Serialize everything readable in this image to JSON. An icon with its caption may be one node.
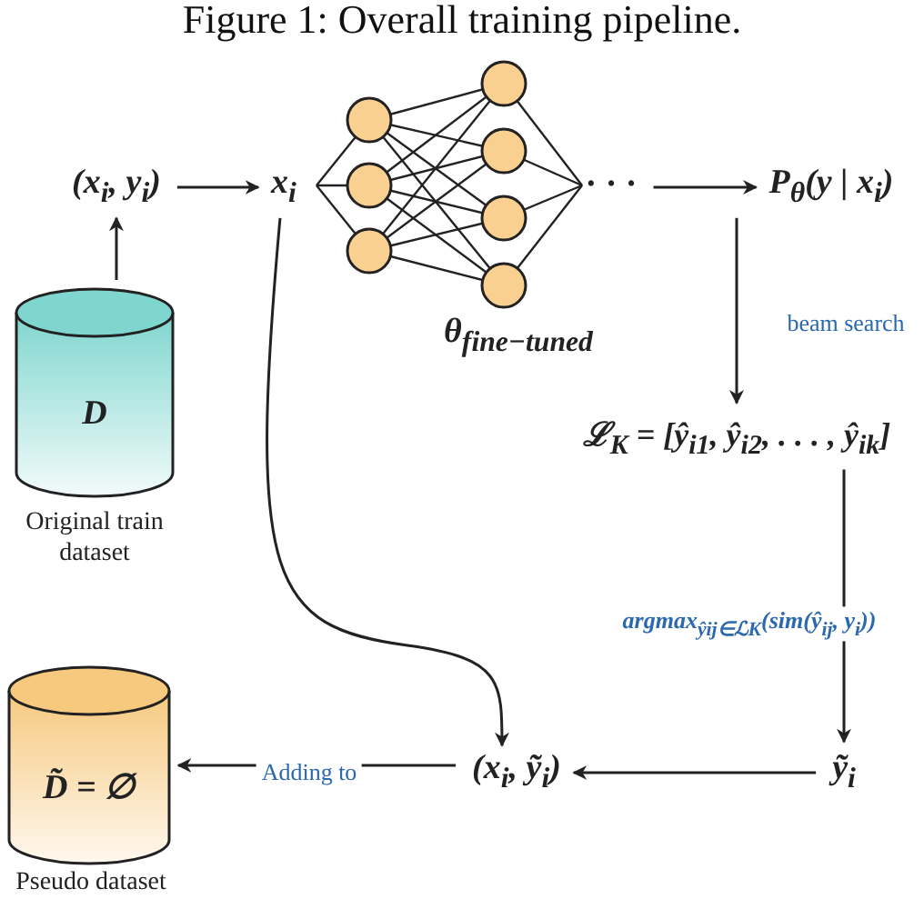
{
  "diagram": {
    "title": "Figure 1: Overall training pipeline.",
    "nodes": [
      {
        "text": [
          "(x$_{i}$, y$_{i}$)"
        ]
      },
      {
        "text": [
          "x$_{i}$"
        ]
      },
      {
        "text": [],
        "shape": "picture",
        "beside": [
          "θ$_{fine−tuned}$"
        ]
      },
      {
        "text": [
          "· · ·"
        ]
      },
      {
        "text": [
          "P$_{θ}$(y | x$_{i}$)"
        ]
      },
      {
        "text": [
          "D"
        ],
        "beside": [
          "Original train dataset"
        ]
      },
      {
        "text": [
          "ℒ$_{K}$ = [ŷ$_{i1}$, ŷ$_{i2}$, . . . , ŷ$_{ik}$]"
        ]
      },
      {
        "text": [
          "ỹ$_{i}$"
        ]
      },
      {
        "text": [
          "(x$_{i}$, ỹ$_{i}$)"
        ]
      },
      {
        "text": [
          "D̃ = ∅"
        ],
        "beside": [
          "Pseudo dataset"
        ]
      }
    ],
    "edges": [
      {
        "from": 5,
        "to": 0,
        "arrow": "to"
      },
      {
        "from": 0,
        "to": 1,
        "arrow": "to"
      },
      {
        "from": 3,
        "to": 4,
        "arrow": "to"
      },
      {
        "from": 4,
        "to": 6,
        "arrow": "to",
        "label": "beam search"
      },
      {
        "from": 6,
        "to": 7,
        "arrow": "to",
        "label": "argmax$_{ŷij∈ℒK}$(sim(ŷ$_{ij}$, y$_{i}$))"
      },
      {
        "from": 7,
        "to": 8,
        "arrow": "to"
      },
      {
        "from": 1,
        "to": 8,
        "arrow": "to"
      },
      {
        "from": 8,
        "to": 9,
        "arrow": "to",
        "label": "Adding to"
      }
    ]
  }
}
